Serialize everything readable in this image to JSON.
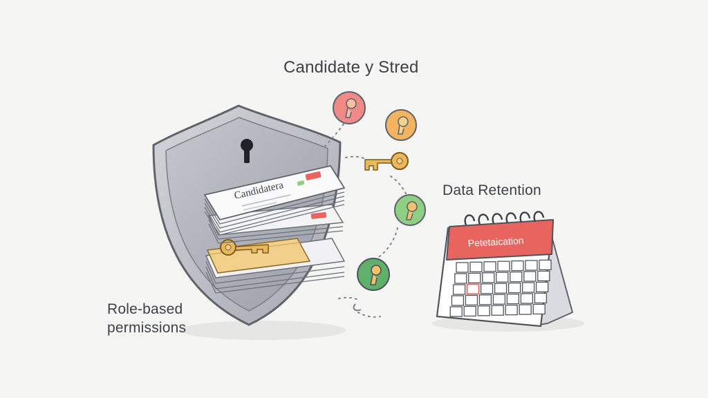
{
  "title": "Candidate y Stred",
  "labels": {
    "data_retention": "Data Retention",
    "role_permissions": "Role-based permissions"
  },
  "document": {
    "heading": "Candidatera"
  },
  "calendar": {
    "header": "Petetaication",
    "highlighted_day_index": 15
  },
  "icons": {
    "shield": "shield-icon",
    "keyhole": "keyhole-icon",
    "key": "key-icon",
    "lock_badge": "lock-badge-icon",
    "calendar": "calendar-icon"
  },
  "colors": {
    "background": "#f5f5f4",
    "shield": "#b8bbc2",
    "key": "#e8b85a",
    "calendar_header": "#e8655f",
    "badge_red": "#ef8a86",
    "badge_orange": "#f2b460",
    "badge_green": "#8fcf84",
    "badge_green_dark": "#5fb06b"
  }
}
